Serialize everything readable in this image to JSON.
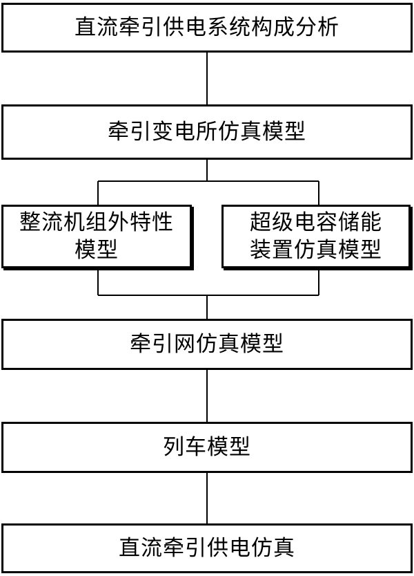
{
  "flowchart": {
    "steps": {
      "analysis": "直流牵引供电系统构成分析",
      "substation_model": "牵引变电所仿真模型",
      "rectifier_model": "整流机组外特性模型",
      "supercap_model": "超级电容储能装置仿真模型",
      "network_model": "牵引网仿真模型",
      "train_model": "列车模型",
      "simulation": "直流牵引供电仿真"
    },
    "split_labels": {
      "rectifier_line1": "整流机组外特性",
      "rectifier_line2": "模型",
      "supercap_line1": "超级电容储能",
      "supercap_line2": "装置仿真模型"
    },
    "colors": {
      "stroke": "#000000",
      "fill": "#ffffff",
      "text": "#000000"
    }
  }
}
